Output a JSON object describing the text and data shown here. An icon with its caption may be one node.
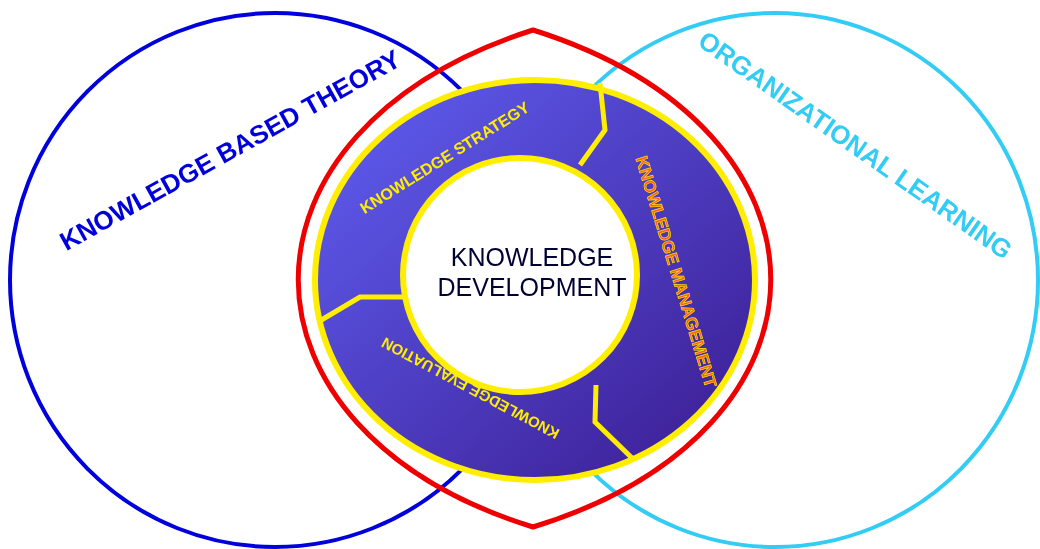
{
  "diagram": {
    "nodes": [
      {
        "text": [
          "KNOWLEDGE BASED THEORY"
        ]
      },
      {
        "text": [
          "ORGANIZATIONAL LEARNING"
        ]
      },
      {
        "text": [
          "KNOWLEDGE STRATEGY"
        ]
      },
      {
        "text": [
          "KNOWLEDGE MANAGEMENT"
        ]
      },
      {
        "text": [
          "KNOWLEDGE EVALUATION"
        ]
      },
      {
        "text": [
          "KNOWLEDGE DEVELOPMENT"
        ]
      }
    ],
    "edges": []
  }
}
